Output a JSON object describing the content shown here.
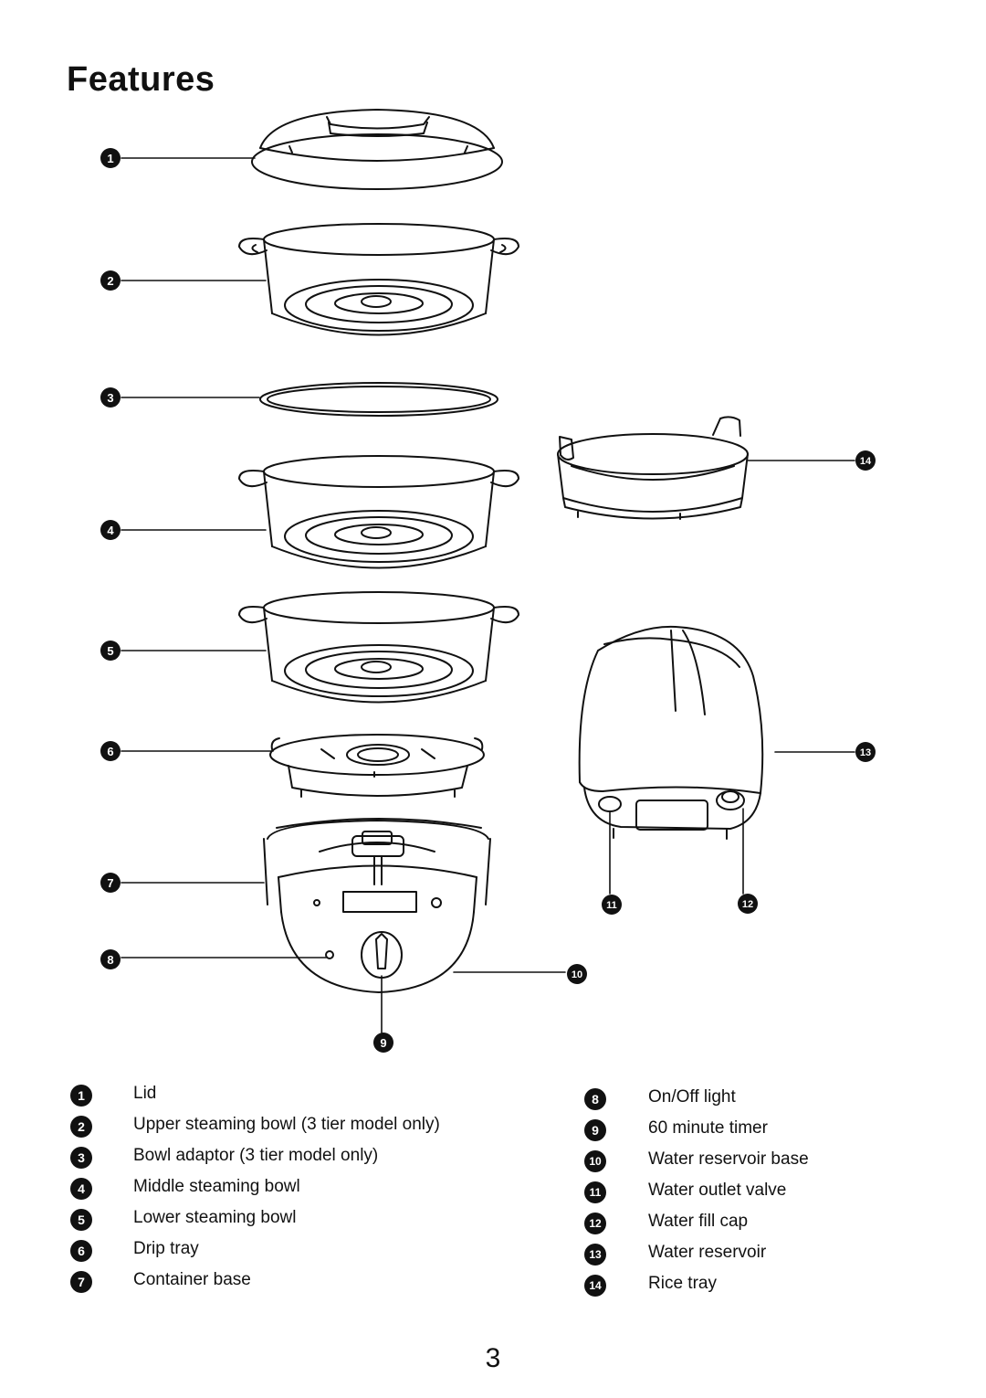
{
  "page": {
    "title": "Features",
    "page_number": "3"
  },
  "callouts": [
    "1",
    "2",
    "3",
    "4",
    "5",
    "6",
    "7",
    "8",
    "9",
    "10",
    "11",
    "12",
    "13",
    "14"
  ],
  "legend": {
    "left": [
      {
        "num": "1",
        "label": "Lid"
      },
      {
        "num": "2",
        "label": "Upper steaming bowl (3 tier model only)"
      },
      {
        "num": "3",
        "label": "Bowl adaptor (3 tier model only)"
      },
      {
        "num": "4",
        "label": "Middle steaming bowl"
      },
      {
        "num": "5",
        "label": "Lower steaming bowl"
      },
      {
        "num": "6",
        "label": "Drip tray"
      },
      {
        "num": "7",
        "label": "Container base"
      }
    ],
    "right": [
      {
        "num": "8",
        "label": "On/Off light"
      },
      {
        "num": "9",
        "label": "60 minute timer"
      },
      {
        "num": "10",
        "label": "Water reservoir base"
      },
      {
        "num": "11",
        "label": "Water outlet valve"
      },
      {
        "num": "12",
        "label": "Water fill cap"
      },
      {
        "num": "13",
        "label": "Water reservoir"
      },
      {
        "num": "14",
        "label": "Rice tray"
      }
    ]
  }
}
